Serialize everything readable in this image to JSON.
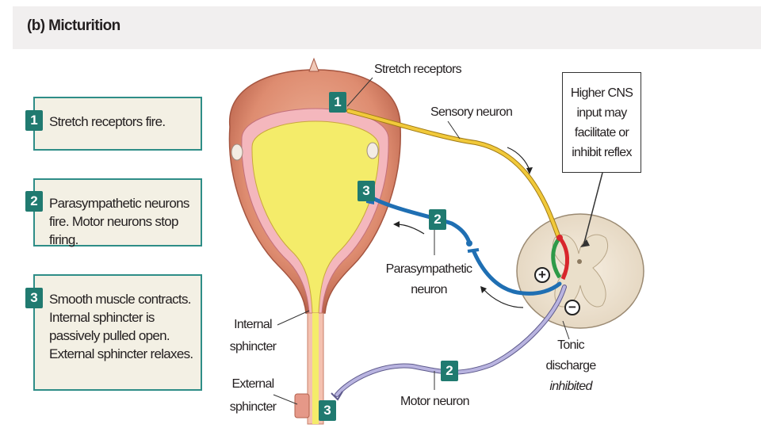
{
  "title": "(b) Micturition",
  "steps": [
    {
      "num": "1",
      "text": "Stretch receptors fire."
    },
    {
      "num": "2",
      "text": "Parasympathetic neurons fire. Motor neurons stop firing."
    },
    {
      "num": "3",
      "text": "Smooth muscle contracts. Internal sphincter is passively pulled open. External sphincter relaxes."
    }
  ],
  "labels": {
    "stretch_receptors": "Stretch receptors",
    "sensory_neuron": "Sensory neuron",
    "higher_cns": "Higher CNS input may facilitate or inhibit reflex",
    "parasympathetic_neuron_1": "Parasympathetic",
    "parasympathetic_neuron_2": "neuron",
    "internal_sphincter_1": "Internal",
    "internal_sphincter_2": "sphincter",
    "external_sphincter_1": "External",
    "external_sphincter_2": "sphincter",
    "motor_neuron": "Motor neuron",
    "tonic_1": "Tonic",
    "tonic_2": "discharge",
    "tonic_3": "inhibited"
  },
  "markers": {
    "m1": "1",
    "m2a": "2",
    "m3a": "3",
    "m2b": "2",
    "m3b": "3"
  },
  "signs": {
    "plus": "+",
    "minus": "−"
  },
  "colors": {
    "accent": "#207a70",
    "box_fill": "#f3f0e4",
    "box_border": "#2e8d87",
    "sensory": "#f1c93a",
    "parasympathetic": "#1f6fb3",
    "motor": "#9c96c8",
    "urine": "#f4ec6a",
    "muscle": "#d9836a"
  }
}
